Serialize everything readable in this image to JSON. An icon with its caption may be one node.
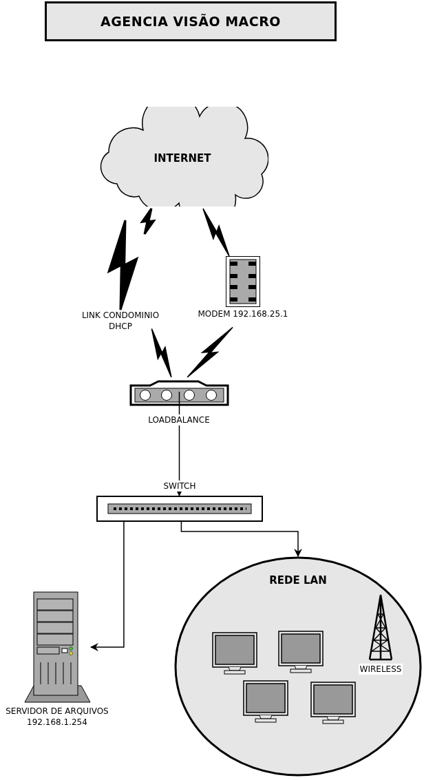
{
  "diagram": {
    "title": "AGENCIA VISÃO MACRO",
    "nodes": [
      {
        "text": [
          "INTERNET"
        ]
      },
      {
        "text": [
          "LINK CONDOMINIO DHCP"
        ]
      },
      {
        "text": [],
        "shape": "box",
        "beside": [
          "MODEM 192.168.25.1"
        ]
      },
      {
        "text": [],
        "shape": "box",
        "beside": [
          "LOADBALANCE"
        ]
      },
      {
        "text": [],
        "shape": "box",
        "beside": [
          "SWITCH"
        ]
      },
      {
        "text": [],
        "shape": "box",
        "beside": [
          "SERVIDOR DE ARQUIVOS 192.168.1.254"
        ]
      },
      {
        "text": [
          "REDE LAN"
        ]
      },
      {
        "text": [],
        "shape": "monitor",
        "in": 6
      },
      {
        "text": [],
        "shape": "monitor",
        "in": 6
      },
      {
        "text": [],
        "shape": "monitor",
        "in": 6
      },
      {
        "text": [],
        "shape": "monitor",
        "in": 6
      },
      {
        "text": [],
        "shape": "tower",
        "in": 6,
        "beside": [
          "WIRELESS"
        ]
      }
    ],
    "edges": [
      {
        "from": 0,
        "to": 1,
        "arrow": "none",
        "style": "thick"
      },
      {
        "from": 0,
        "to": 2,
        "arrow": "none"
      },
      {
        "from": 1,
        "to": 3,
        "arrow": "none"
      },
      {
        "from": 2,
        "to": 3,
        "arrow": "none"
      },
      {
        "from": 3,
        "to": 4,
        "arrow": "to"
      },
      {
        "from": 4,
        "to": 6,
        "arrow": "to"
      },
      {
        "from": 4,
        "to": 5,
        "arrow": "to"
      }
    ]
  }
}
